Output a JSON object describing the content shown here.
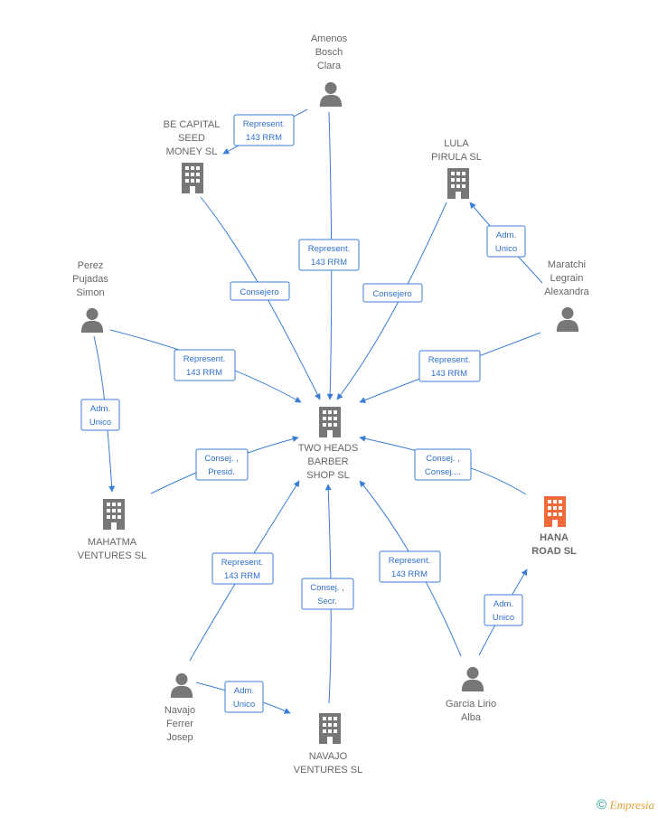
{
  "colors": {
    "accent": "#3b7ed6",
    "node": "#777777",
    "highlight": "#f26a3a"
  },
  "nodes": [
    {
      "id": "center",
      "type": "company",
      "lines": [
        "TWO HEADS",
        "BARBER",
        "SHOP  SL"
      ]
    },
    {
      "id": "amenos",
      "type": "person",
      "lines": [
        "Amenos",
        "Bosch",
        "Clara"
      ]
    },
    {
      "id": "becapital",
      "type": "company",
      "lines": [
        "BE CAPITAL",
        "SEED",
        "MONEY SL"
      ]
    },
    {
      "id": "lula",
      "type": "company",
      "lines": [
        "LULA",
        "PIRULA  SL"
      ]
    },
    {
      "id": "maratchi",
      "type": "person",
      "lines": [
        "Maratchi",
        "Legrain",
        "Alexandra"
      ]
    },
    {
      "id": "perez",
      "type": "person",
      "lines": [
        "Perez",
        "Pujadas",
        "Simon"
      ]
    },
    {
      "id": "mahatma",
      "type": "company",
      "lines": [
        "MAHATMA",
        "VENTURES  SL"
      ]
    },
    {
      "id": "hana",
      "type": "company",
      "highlight": true,
      "lines": [
        "HANA",
        "ROAD  SL"
      ]
    },
    {
      "id": "navajof",
      "type": "person",
      "lines": [
        "Navajo",
        "Ferrer",
        "Josep"
      ]
    },
    {
      "id": "navajov",
      "type": "company",
      "lines": [
        "NAVAJO",
        "VENTURES  SL"
      ]
    },
    {
      "id": "garcia",
      "type": "person",
      "lines": [
        "Garcia Lirio",
        "Alba"
      ]
    }
  ],
  "edges": [
    {
      "id": "amenos-becapital",
      "lines": [
        "Represent.",
        "143 RRM"
      ]
    },
    {
      "id": "amenos-center",
      "lines": [
        "Represent.",
        "143 RRM"
      ]
    },
    {
      "id": "becapital-center",
      "lines": [
        "Consejero"
      ]
    },
    {
      "id": "lula-center",
      "lines": [
        "Consejero"
      ]
    },
    {
      "id": "maratchi-lula",
      "lines": [
        "Adm.",
        "Unico"
      ]
    },
    {
      "id": "maratchi-center",
      "lines": [
        "Represent.",
        "143 RRM"
      ]
    },
    {
      "id": "perez-center",
      "lines": [
        "Represent.",
        "143 RRM"
      ]
    },
    {
      "id": "perez-mahatma",
      "lines": [
        "Adm.",
        "Unico"
      ]
    },
    {
      "id": "mahatma-center",
      "lines": [
        "Consej. ,",
        "Presid."
      ]
    },
    {
      "id": "hana-center",
      "lines": [
        "Consej. ,",
        "Consej...."
      ]
    },
    {
      "id": "navajof-center",
      "lines": [
        "Represent.",
        "143 RRM"
      ]
    },
    {
      "id": "navajov-center",
      "lines": [
        "Consej. ,",
        "Secr."
      ]
    },
    {
      "id": "garcia-center",
      "lines": [
        "Represent.",
        "143 RRM"
      ]
    },
    {
      "id": "garcia-hana",
      "lines": [
        "Adm.",
        "Unico"
      ]
    },
    {
      "id": "navajof-navajov",
      "lines": [
        "Adm.",
        "Unico"
      ]
    }
  ],
  "footer": {
    "copyright": "©",
    "brand": "mpresia",
    "brand_initial": "E"
  }
}
